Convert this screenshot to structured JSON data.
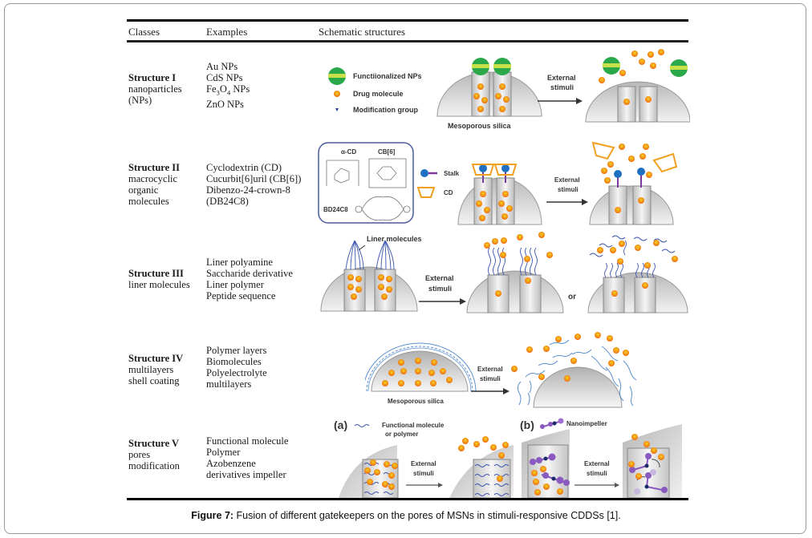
{
  "table": {
    "headers": [
      "Classes",
      "Examples",
      "Schematic structures"
    ],
    "rows": [
      {
        "title": "Structure I",
        "subtitle": [
          "nanoparticles",
          "(NPs)"
        ],
        "examples": [
          "Au NPs",
          "CdS NPs",
          "Fe3O4 NPs",
          "ZnO NPs"
        ],
        "schematic": {
          "legend": [
            "Functiionalized NPs",
            "Drug molecule",
            "Modification group"
          ],
          "substrate_label": "Mesoporous silica",
          "arrow_label": [
            "External",
            "stimuli"
          ]
        }
      },
      {
        "title": "Structure II",
        "subtitle": [
          "macrocyclic",
          "organic",
          "molecules"
        ],
        "examples": [
          "Cyclodextrin (CD)",
          "Cucurbit[6]uril (CB[6])",
          "Dibenzo-24-crown-8",
          "(DB24C8)"
        ],
        "schematic": {
          "box_labels": [
            "α-CD",
            "CB[6]",
            "BD24C8"
          ],
          "legend": [
            "Stalk",
            "CD"
          ],
          "arrow_label": [
            "External",
            "stimuli"
          ]
        }
      },
      {
        "title": "Structure III",
        "subtitle": [
          "liner molecules"
        ],
        "examples": [
          "Liner polyamine",
          "Saccharide derivative",
          "Liner polymer",
          "Peptide sequence"
        ],
        "schematic": {
          "callout": "Liner molecules",
          "arrow_label": [
            "External",
            "stimuli"
          ],
          "or_label": "or"
        }
      },
      {
        "title": "Structure IV",
        "subtitle": [
          "multilayers",
          "shell coating"
        ],
        "examples": [
          "Polymer layers",
          "Biomolecules",
          "Polyelectrolyte",
          "multilayers"
        ],
        "schematic": {
          "substrate_label": "Mesoporous silica",
          "arrow_label": [
            "External",
            "stimuli"
          ]
        }
      },
      {
        "title": "Structure V",
        "subtitle": [
          "pores",
          "modification"
        ],
        "examples": [
          "Functional molecule",
          "Polymer",
          "Azobenzene",
          "derivatives impeller"
        ],
        "schematic": {
          "panel_a_label": "(a)",
          "panel_a_legend": [
            "Functional molecule",
            "or polymer"
          ],
          "panel_b_label": "(b)",
          "panel_b_legend": "Nanoimpeller",
          "arrow_label": [
            "External",
            "stimuli"
          ]
        }
      }
    ]
  },
  "caption": {
    "label": "Figure 7:",
    "text": " Fusion of different gatekeepers on the pores of MSNs in stimuli-responsive CDDSs [1]."
  },
  "colors": {
    "drug_orange": "#f08a1c",
    "drug_core": "#f5d020",
    "np_green": "#2aa84a",
    "np_band": "#c8e04a",
    "modification_blue": "#2a3d9a",
    "polymer_blue": "#3b55b0",
    "shell_blue": "#5a90d0",
    "cd_orange": "#f0a020",
    "stalk_blue": "#1f70c0",
    "stalk_purple": "#7a3aa0",
    "impeller_purple": "#8a5ac0",
    "silica_gray": "#cfcfcf",
    "box_border": "#4a5a9a"
  }
}
